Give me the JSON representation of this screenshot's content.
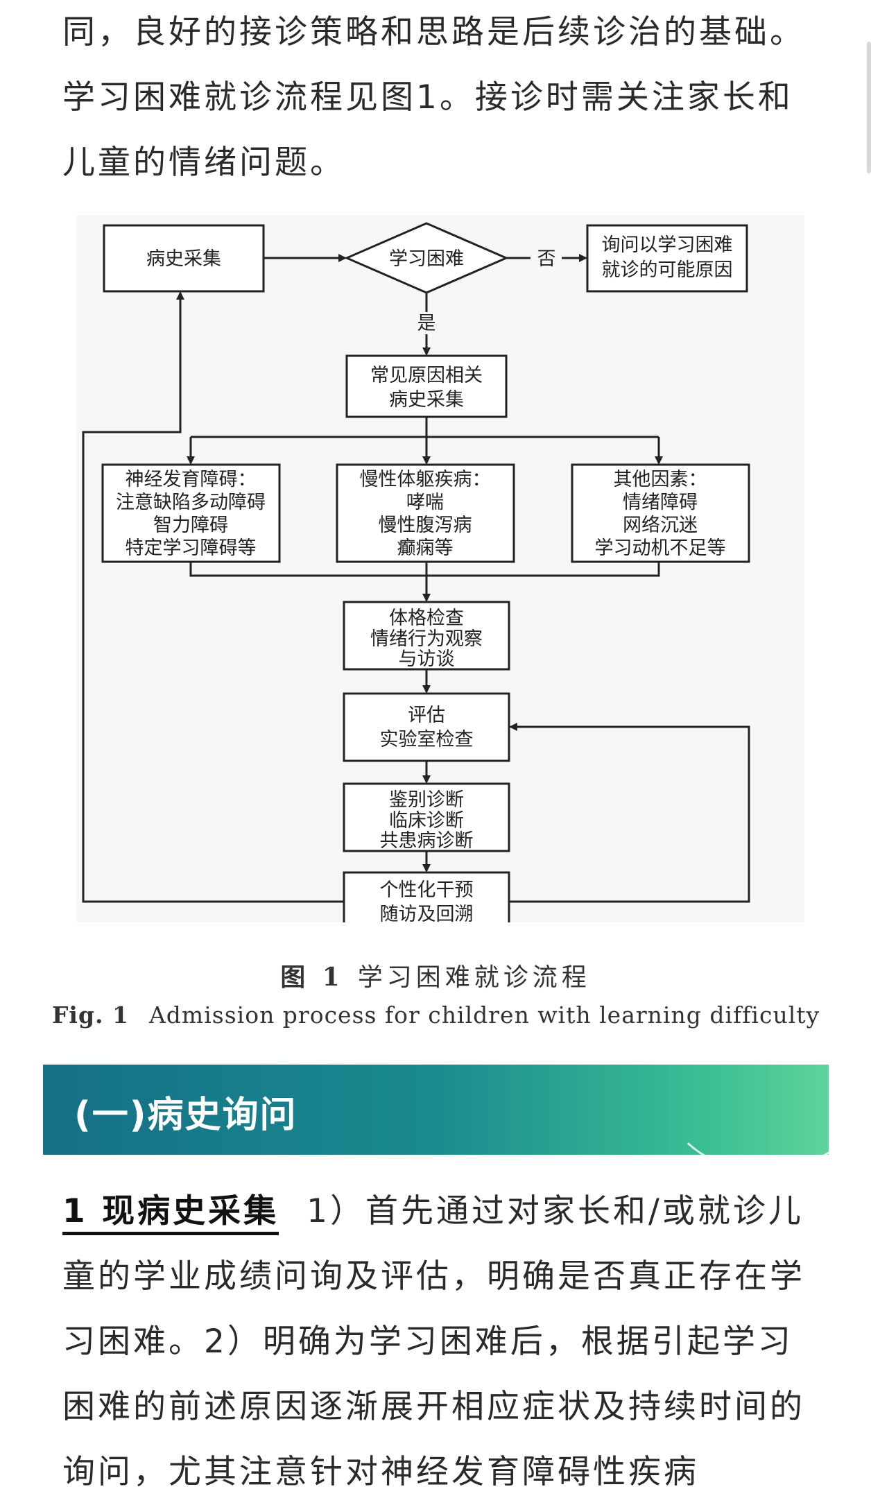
{
  "top_paragraph": "同，良好的接诊策略和思路是后续诊治的基础。学习困难就诊流程见图1。接诊时需关注家长和儿童的情绪问题。",
  "flowchart": {
    "history_collection": "病史采集",
    "learning_difficulty": "学习困难",
    "no_label": "否",
    "yes_label": "是",
    "ask_reason_line1": "询问以学习困难",
    "ask_reason_line2": "就诊的可能原因",
    "common_causes_line1": "常见原因相关",
    "common_causes_line2": "病史采集",
    "neuro_line1": "神经发育障碍：",
    "neuro_line2": "注意缺陷多动障碍",
    "neuro_line3": "智力障碍",
    "neuro_line4": "特定学习障碍等",
    "chronic_line1": "慢性体躯疾病：",
    "chronic_line2": "哮喘",
    "chronic_line3": "慢性腹泻病",
    "chronic_line4": "癫痫等",
    "other_line1": "其他因素：",
    "other_line2": "情绪障碍",
    "other_line3": "网络沉迷",
    "other_line4": "学习动机不足等",
    "exam_line1": "体格检查",
    "exam_line2": "情绪行为观察",
    "exam_line3": "与访谈",
    "assess_line1": "评估",
    "assess_line2": "实验室检查",
    "diag_line1": "鉴别诊断",
    "diag_line2": "临床诊断",
    "diag_line3": "共患病诊断",
    "interv_line1": "个性化干预",
    "interv_line2": "随访及回溯"
  },
  "caption_cn_label": "图 1",
  "caption_cn_text": "学习困难就诊流程",
  "caption_en_label": "Fig. 1",
  "caption_en_text": "Admission process for children with learning difficulty",
  "section_title": "(一)病史询问",
  "bottom_lead": "1 现病史采集",
  "bottom_paragraph": "1）首先通过对家长和/或就诊儿童的学业成绩问询及评估，明确是否真正存在学习困难。2）明确为学习困难后，根据引起学习困难的前述原因逐渐展开相应症状及持续时间的询问，尤其注意针对神经发育障碍性疾病",
  "colors": {
    "section_start": "#156f86",
    "section_end": "#5fd39a"
  }
}
